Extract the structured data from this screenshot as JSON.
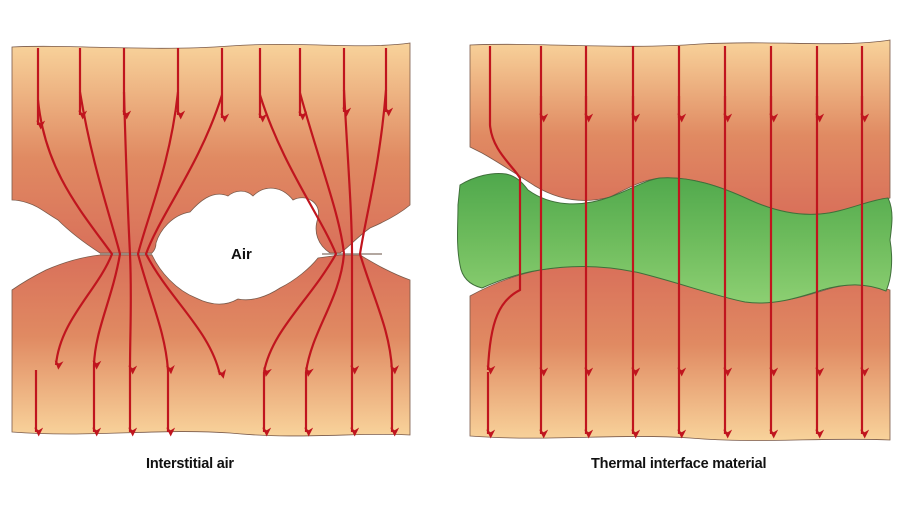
{
  "panels": {
    "left": {
      "caption": "Interstitial air",
      "void_label": "Air"
    },
    "right": {
      "caption": "Thermal interface material"
    }
  },
  "colors": {
    "surface_edge": "#f8d39b",
    "surface_core": "#d9705a",
    "surface_outline": "#7a5a4a",
    "flux_line": "#c0151e",
    "interface_fill_light": "#8ccf72",
    "interface_fill_dark": "#4fa84c",
    "interface_outline": "#3f6f3a"
  },
  "icons": {
    "flux_arrow": "arrow-down-icon"
  }
}
